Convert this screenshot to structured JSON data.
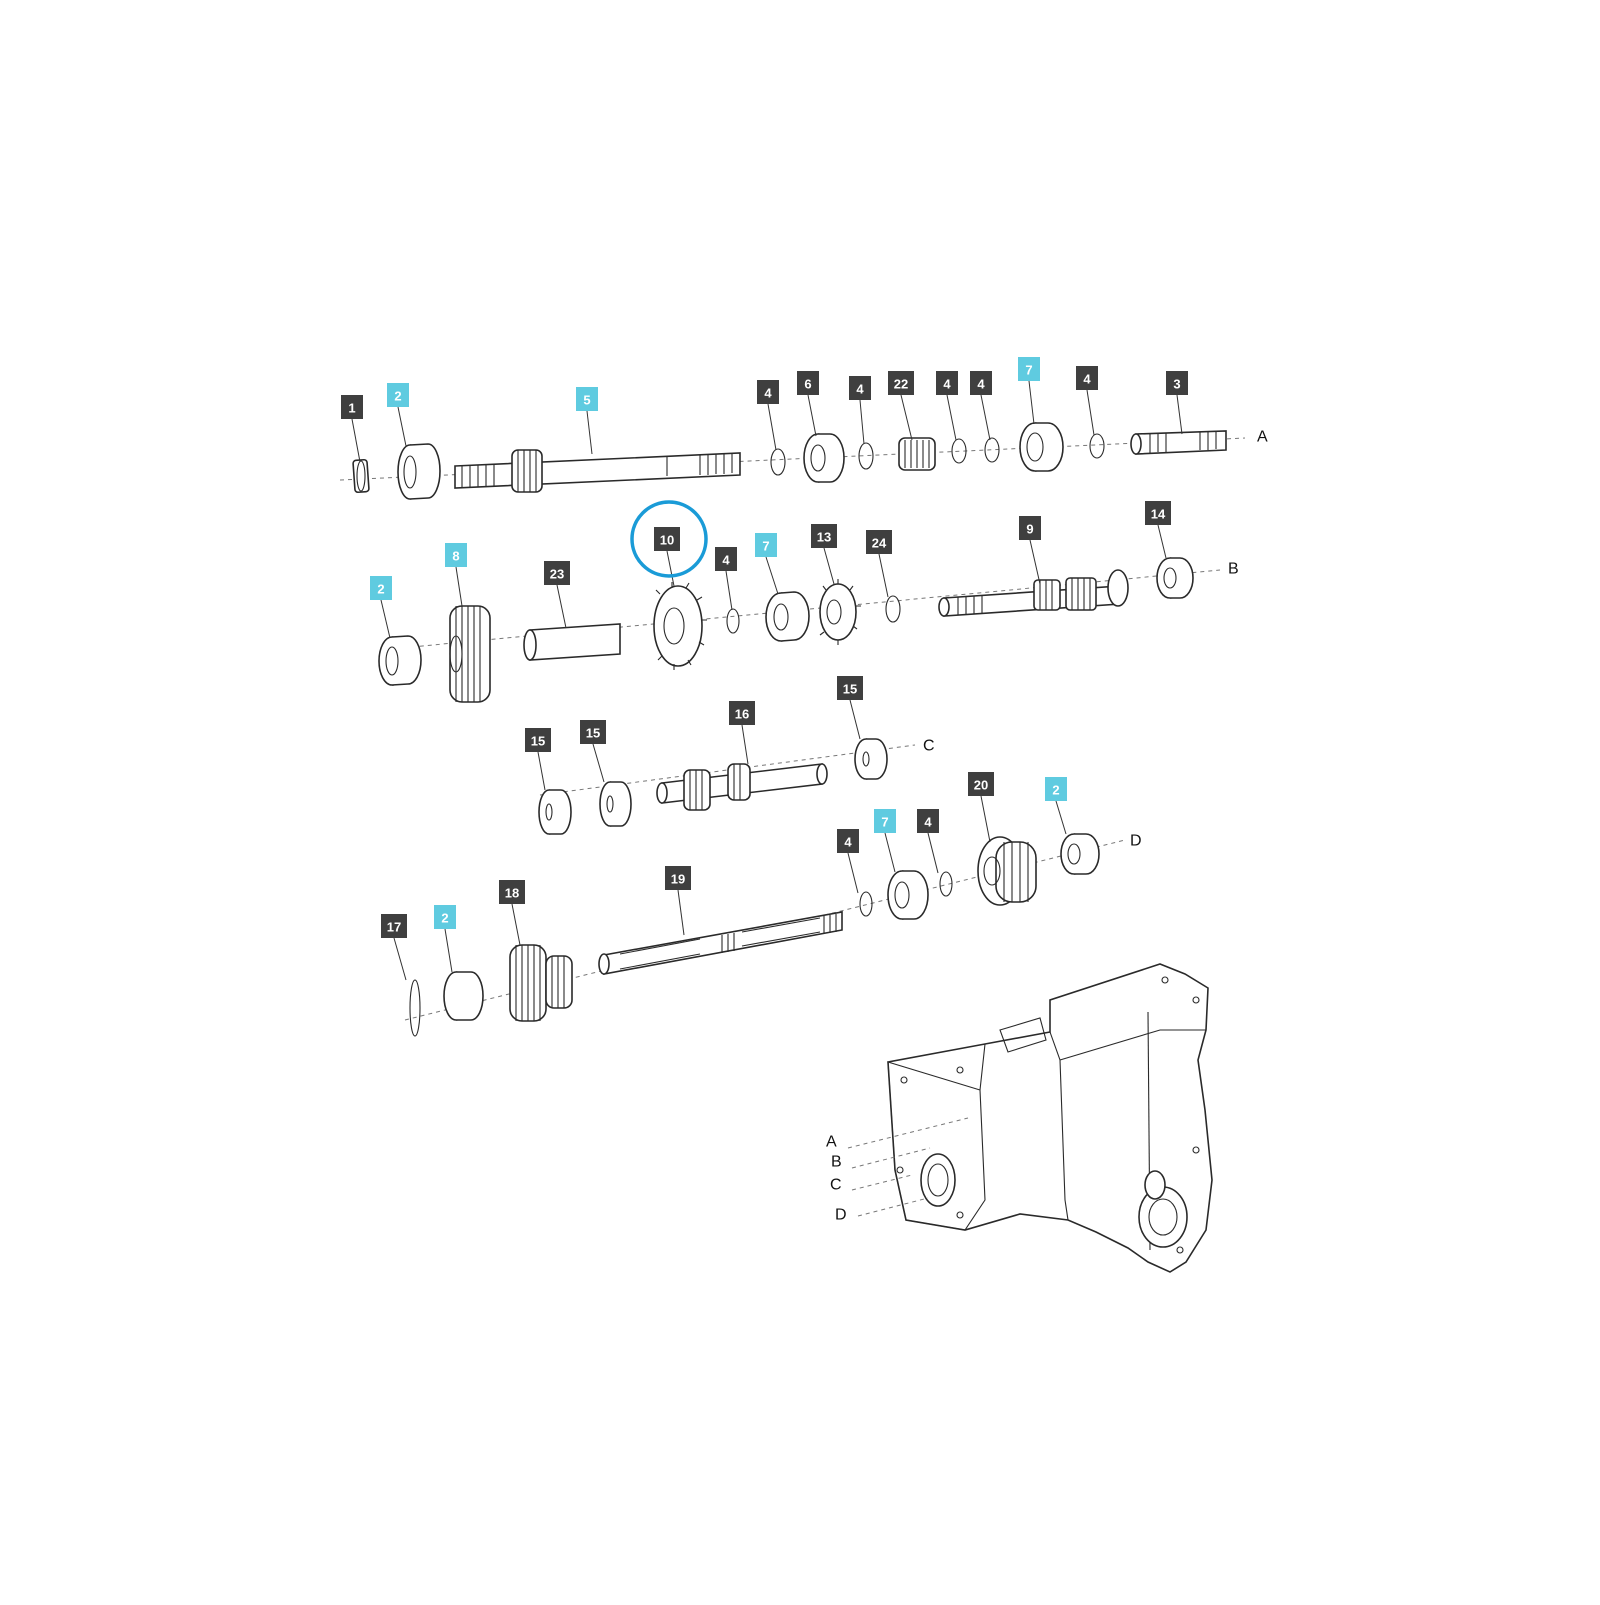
{
  "colors": {
    "tag_dark": "#3f3f3f",
    "tag_highlight": "#5fcbe0",
    "selection_ring": "#1a9bd7",
    "line": "#2a2a2a"
  },
  "selected_part": "10",
  "axis_labels": {
    "A": "A",
    "B": "B",
    "C": "C",
    "D": "D"
  },
  "parts": [
    {
      "id": "t1",
      "label": "1",
      "highlight": false
    },
    {
      "id": "t2a",
      "label": "2",
      "highlight": true
    },
    {
      "id": "t5",
      "label": "5",
      "highlight": true
    },
    {
      "id": "t4a",
      "label": "4",
      "highlight": false
    },
    {
      "id": "t6",
      "label": "6",
      "highlight": false
    },
    {
      "id": "t4b",
      "label": "4",
      "highlight": false
    },
    {
      "id": "t22",
      "label": "22",
      "highlight": false
    },
    {
      "id": "t4c",
      "label": "4",
      "highlight": false
    },
    {
      "id": "t4d",
      "label": "4",
      "highlight": false
    },
    {
      "id": "t7a",
      "label": "7",
      "highlight": true
    },
    {
      "id": "t4e",
      "label": "4",
      "highlight": false
    },
    {
      "id": "t3",
      "label": "3",
      "highlight": false
    },
    {
      "id": "t2b",
      "label": "2",
      "highlight": true
    },
    {
      "id": "t8",
      "label": "8",
      "highlight": true
    },
    {
      "id": "t23",
      "label": "23",
      "highlight": false
    },
    {
      "id": "t10",
      "label": "10",
      "highlight": false
    },
    {
      "id": "t4f",
      "label": "4",
      "highlight": false
    },
    {
      "id": "t7b",
      "label": "7",
      "highlight": true
    },
    {
      "id": "t13",
      "label": "13",
      "highlight": false
    },
    {
      "id": "t24",
      "label": "24",
      "highlight": false
    },
    {
      "id": "t9",
      "label": "9",
      "highlight": false
    },
    {
      "id": "t14",
      "label": "14",
      "highlight": false
    },
    {
      "id": "t15a",
      "label": "15",
      "highlight": false
    },
    {
      "id": "t15b",
      "label": "15",
      "highlight": false
    },
    {
      "id": "t16",
      "label": "16",
      "highlight": false
    },
    {
      "id": "t15c",
      "label": "15",
      "highlight": false
    },
    {
      "id": "t4g",
      "label": "4",
      "highlight": false
    },
    {
      "id": "t7c",
      "label": "7",
      "highlight": true
    },
    {
      "id": "t4h",
      "label": "4",
      "highlight": false
    },
    {
      "id": "t20",
      "label": "20",
      "highlight": false
    },
    {
      "id": "t2c",
      "label": "2",
      "highlight": true
    },
    {
      "id": "t17",
      "label": "17",
      "highlight": false
    },
    {
      "id": "t2d",
      "label": "2",
      "highlight": true
    },
    {
      "id": "t18",
      "label": "18",
      "highlight": false
    },
    {
      "id": "t19",
      "label": "19",
      "highlight": false
    }
  ]
}
